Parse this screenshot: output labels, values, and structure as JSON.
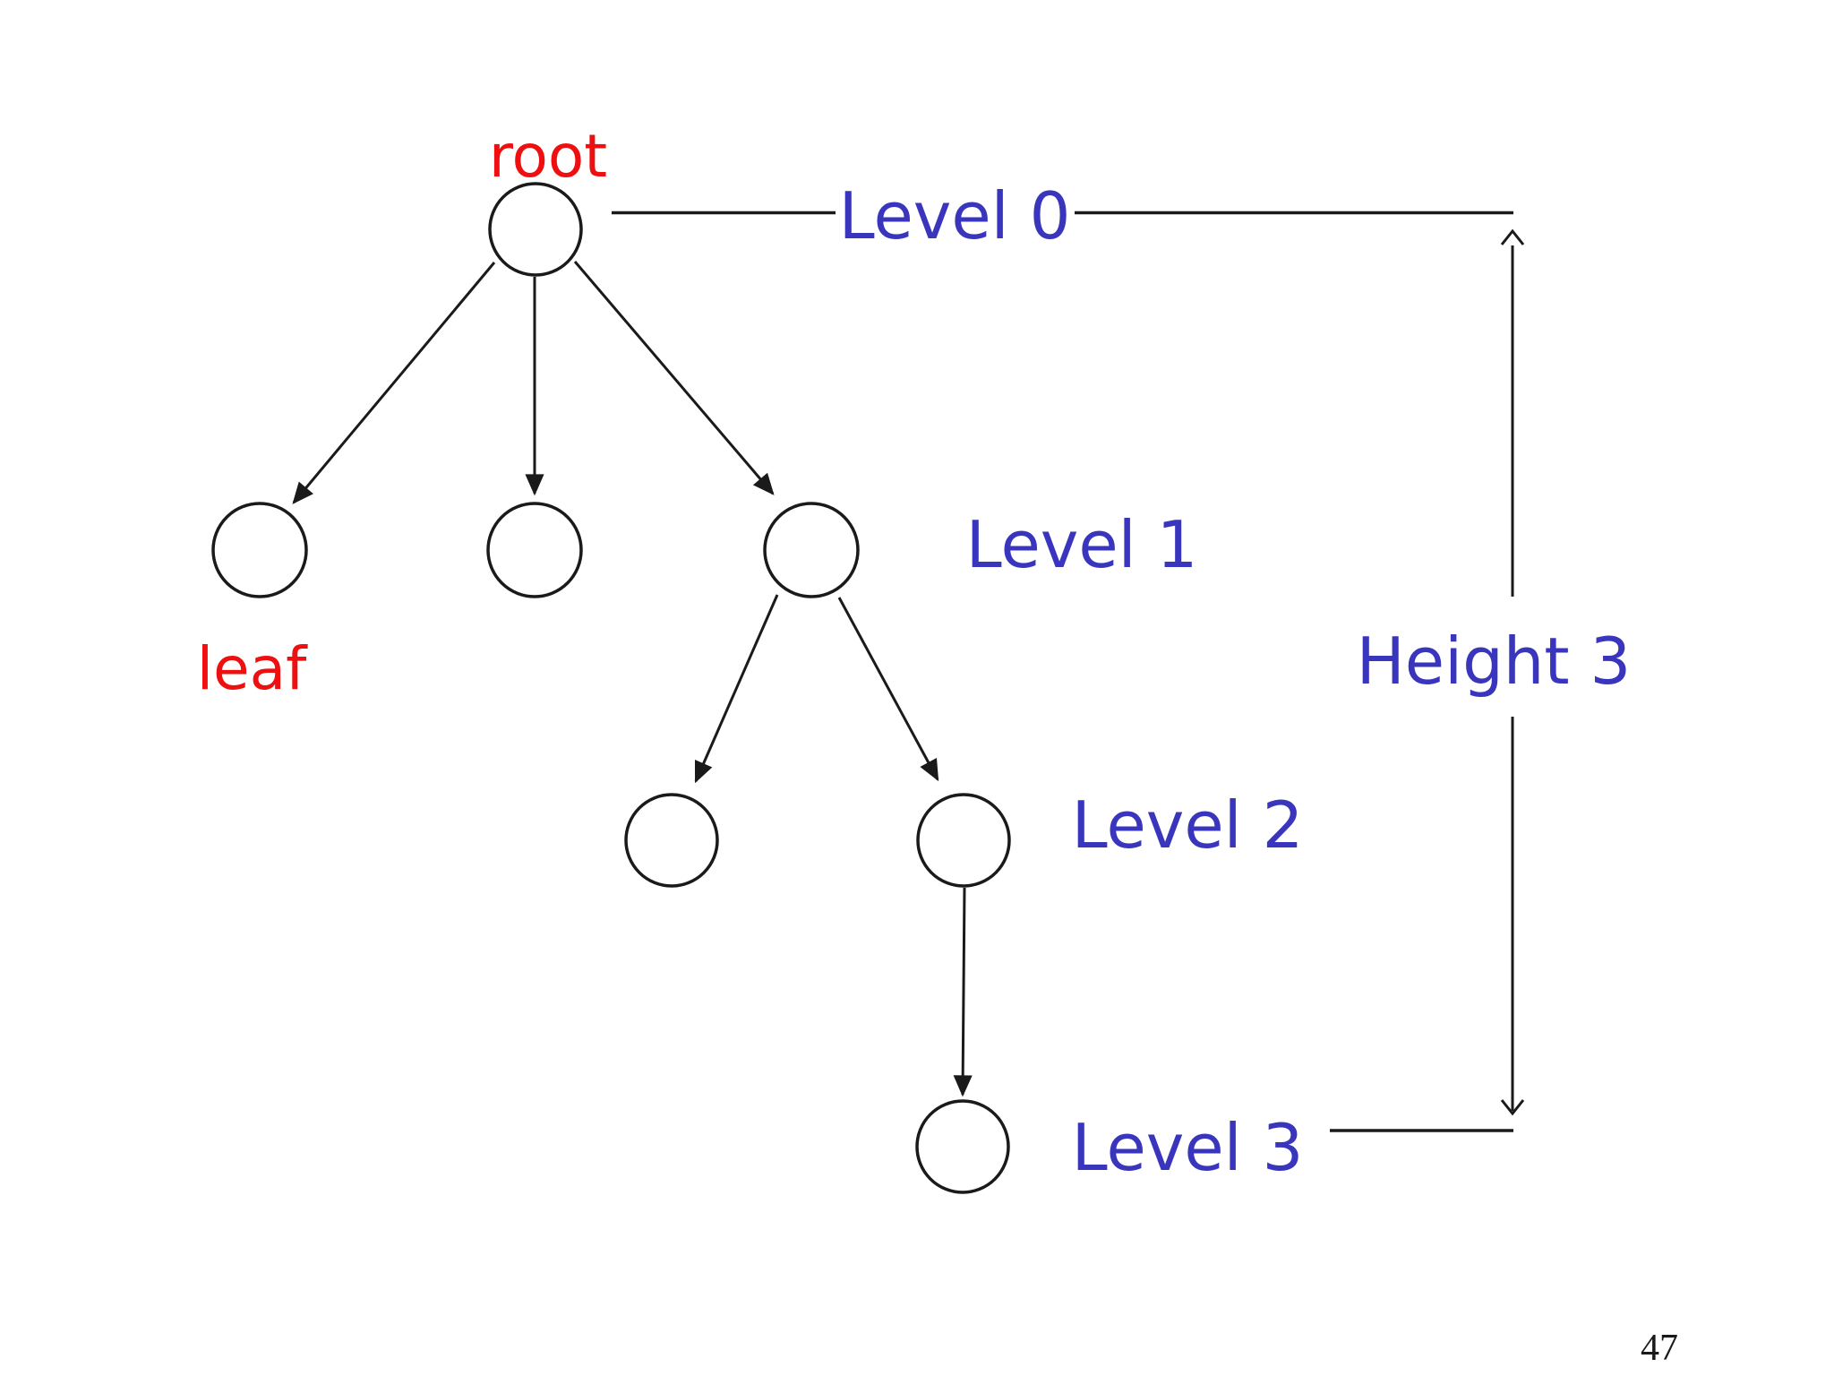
{
  "slide": {
    "background": "#ffffff",
    "page_number": "47"
  },
  "colors": {
    "node_label": "#ee1010",
    "level_label": "#3a35bd",
    "line": "#1a1a1a"
  },
  "labels": {
    "root": "root",
    "leaf": "leaf",
    "level0": "Level 0",
    "level1": "Level 1",
    "level2": "Level 2",
    "level3": "Level 3",
    "height": "Height 3"
  },
  "tree": {
    "height": 3,
    "levels": [
      "Level 0",
      "Level 1",
      "Level 2",
      "Level 3"
    ],
    "nodes": [
      {
        "id": "root",
        "level": 0,
        "label": "root",
        "children": [
          "n1",
          "n2",
          "n3"
        ]
      },
      {
        "id": "n1",
        "level": 1,
        "label": "leaf",
        "children": []
      },
      {
        "id": "n2",
        "level": 1,
        "label": "",
        "children": []
      },
      {
        "id": "n3",
        "level": 1,
        "label": "",
        "children": [
          "n4",
          "n5"
        ]
      },
      {
        "id": "n4",
        "level": 2,
        "label": "",
        "children": []
      },
      {
        "id": "n5",
        "level": 2,
        "label": "",
        "children": [
          "n6"
        ]
      },
      {
        "id": "n6",
        "level": 3,
        "label": "",
        "children": []
      }
    ]
  }
}
